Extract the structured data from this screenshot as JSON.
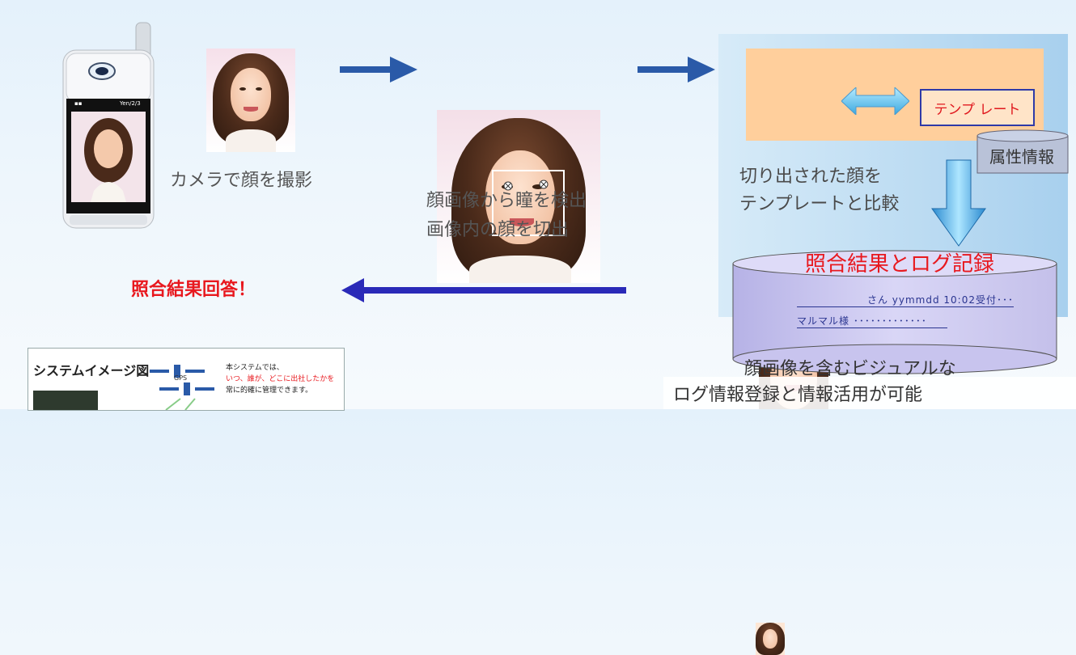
{
  "phone": {
    "status_left": "▪▪",
    "status_right": "Yen/2/3"
  },
  "steps": {
    "capture_caption": "カメラで顔を撮影",
    "detect_caption_line1": "顔画像から瞳を検出",
    "detect_caption_line2": "画像内の顔を切出",
    "compare_caption_line1": "切り出された顔を",
    "compare_caption_line2": "テンプレートと比較"
  },
  "compare": {
    "template_label": "テンプ レート",
    "attribute_label": "属性情報"
  },
  "log": {
    "title": "照合結果とログ記録",
    "line1": "さん yymmdd 10:02受付･･･",
    "line2": "マルマル様 ･････････････"
  },
  "answer_label": "照合結果回答！",
  "summary": {
    "line1": "顔画像を含むビジュアルな",
    "line2": "ログ情報登録と情報活用が可能"
  },
  "system_image": {
    "title": "システムイメージ図",
    "gps_label": "GPS",
    "desc_line1": "本システムでは、",
    "desc_line2": "いつ、誰が、どこに出社したかを",
    "desc_line3": "常に的確に管理できます。"
  },
  "colors": {
    "arrow_blue": "#2a5aa8",
    "answer_red": "#e8181e",
    "panel_blue": "#a8d0ee",
    "compare_orange": "#ffcf9c",
    "double_arrow": "#6cc8f0"
  }
}
